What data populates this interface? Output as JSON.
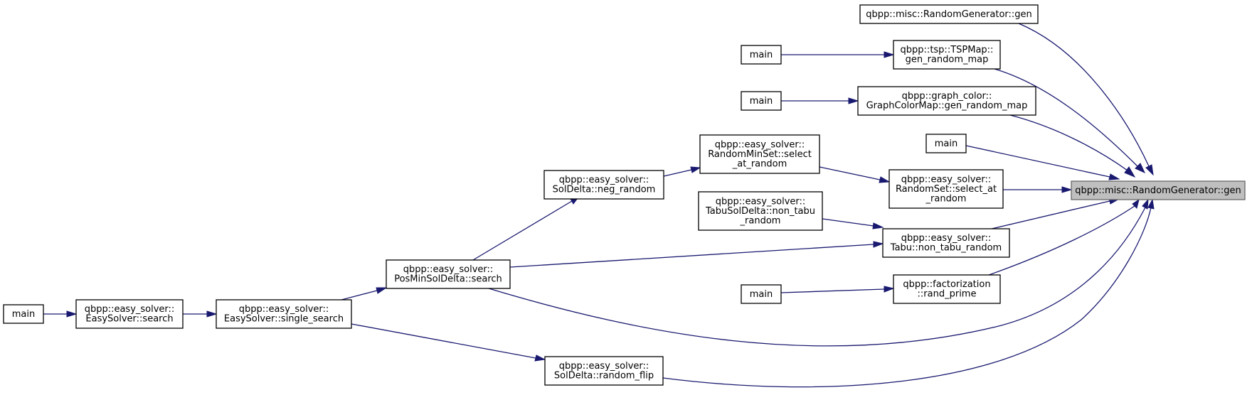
{
  "nodes": [
    {
      "id": "gen_focus",
      "lines": [
        "qbpp::misc::RandomGenerator::gen"
      ],
      "focus": true
    },
    {
      "id": "gen_top",
      "lines": [
        "qbpp::misc::RandomGenerator::gen"
      ]
    },
    {
      "id": "tsp",
      "lines": [
        "qbpp::tsp::TSPMap::",
        "gen_random_map"
      ]
    },
    {
      "id": "main_tsp",
      "lines": [
        "main"
      ]
    },
    {
      "id": "graphcolor",
      "lines": [
        "qbpp::graph_color::",
        "GraphColorMap::gen_random_map"
      ]
    },
    {
      "id": "main_gc",
      "lines": [
        "main"
      ]
    },
    {
      "id": "main_direct",
      "lines": [
        "main"
      ]
    },
    {
      "id": "rminset",
      "lines": [
        "qbpp::easy_solver::",
        "RandomMinSet::select",
        "_at_random"
      ]
    },
    {
      "id": "rset",
      "lines": [
        "qbpp::easy_solver::",
        "RandomSet::select_at",
        "_random"
      ]
    },
    {
      "id": "negrandom",
      "lines": [
        "qbpp::easy_solver::",
        "SolDelta::neg_random"
      ]
    },
    {
      "id": "tabusoldelta",
      "lines": [
        "qbpp::easy_solver::",
        "TabuSolDelta::non_tabu",
        "_random"
      ]
    },
    {
      "id": "tabu",
      "lines": [
        "qbpp::easy_solver::",
        "Tabu::non_tabu_random"
      ]
    },
    {
      "id": "posmin",
      "lines": [
        "qbpp::easy_solver::",
        "PosMinSolDelta::search"
      ]
    },
    {
      "id": "main_fact",
      "lines": [
        "main"
      ]
    },
    {
      "id": "randprime",
      "lines": [
        "qbpp::factorization",
        "::rand_prime"
      ]
    },
    {
      "id": "main_es",
      "lines": [
        "main"
      ]
    },
    {
      "id": "es_search",
      "lines": [
        "qbpp::easy_solver::",
        "EasySolver::search"
      ]
    },
    {
      "id": "single",
      "lines": [
        "qbpp::easy_solver::",
        "EasySolver::single_search"
      ]
    },
    {
      "id": "flip",
      "lines": [
        "qbpp::easy_solver::",
        "SolDelta::random_flip"
      ]
    }
  ],
  "edges": [
    {
      "from": "gen_top",
      "to": "gen_focus"
    },
    {
      "from": "tsp",
      "to": "gen_focus"
    },
    {
      "from": "main_tsp",
      "to": "tsp"
    },
    {
      "from": "graphcolor",
      "to": "gen_focus"
    },
    {
      "from": "main_gc",
      "to": "graphcolor"
    },
    {
      "from": "main_direct",
      "to": "gen_focus"
    },
    {
      "from": "rset",
      "to": "gen_focus"
    },
    {
      "from": "rminset",
      "to": "rset"
    },
    {
      "from": "negrandom",
      "to": "rminset"
    },
    {
      "from": "posmin",
      "to": "negrandom"
    },
    {
      "from": "tabu",
      "to": "gen_focus"
    },
    {
      "from": "tabusoldelta",
      "to": "tabu"
    },
    {
      "from": "posmin",
      "to": "tabu"
    },
    {
      "from": "randprime",
      "to": "gen_focus"
    },
    {
      "from": "main_fact",
      "to": "randprime"
    },
    {
      "from": "posmin",
      "to": "gen_focus"
    },
    {
      "from": "flip",
      "to": "gen_focus"
    },
    {
      "from": "single",
      "to": "flip"
    },
    {
      "from": "single",
      "to": "posmin"
    },
    {
      "from": "es_search",
      "to": "single"
    },
    {
      "from": "main_es",
      "to": "es_search"
    }
  ]
}
